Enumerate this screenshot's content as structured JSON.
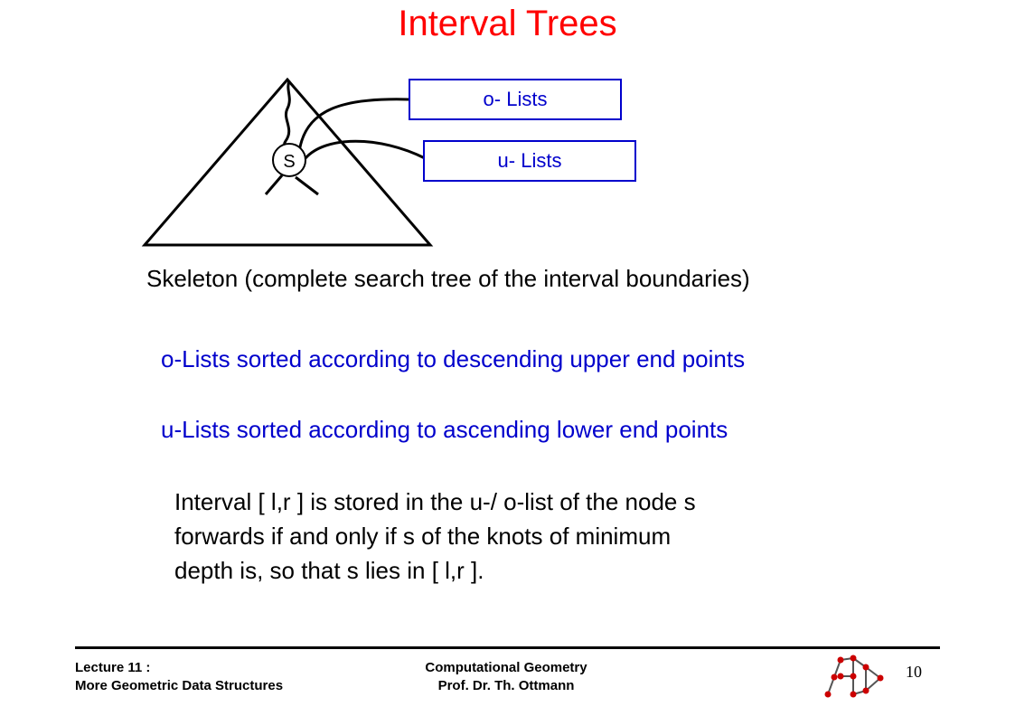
{
  "title": "Interval Trees",
  "diagram": {
    "node_label": "S",
    "o_lists_label": "o- Lists",
    "u_lists_label": "u- Lists"
  },
  "skeleton_text": "Skeleton (complete search tree of the interval boundaries)",
  "o_lists_text": "o-Lists sorted according to descending upper end points",
  "u_lists_text": "u-Lists sorted according to ascending lower end points",
  "body_lines": [
    "Interval [ l,r ] is stored in the u-/ o-list of the node s",
    "forwards if and only if s of the knots of minimum",
    "depth is, so that s lies in [ l,r ]."
  ],
  "footer": {
    "left_line1": "Lecture 11 :",
    "left_line2": "More Geometric Data Structures",
    "center_line1": "Computational Geometry",
    "center_line2": "Prof. Dr. Th. Ottmann",
    "page_number": "10",
    "logo_icon": "molecule-logo-icon"
  },
  "colors": {
    "title": "#ff0000",
    "accent_blue": "#0000cc",
    "logo_node": "#cc0000"
  }
}
